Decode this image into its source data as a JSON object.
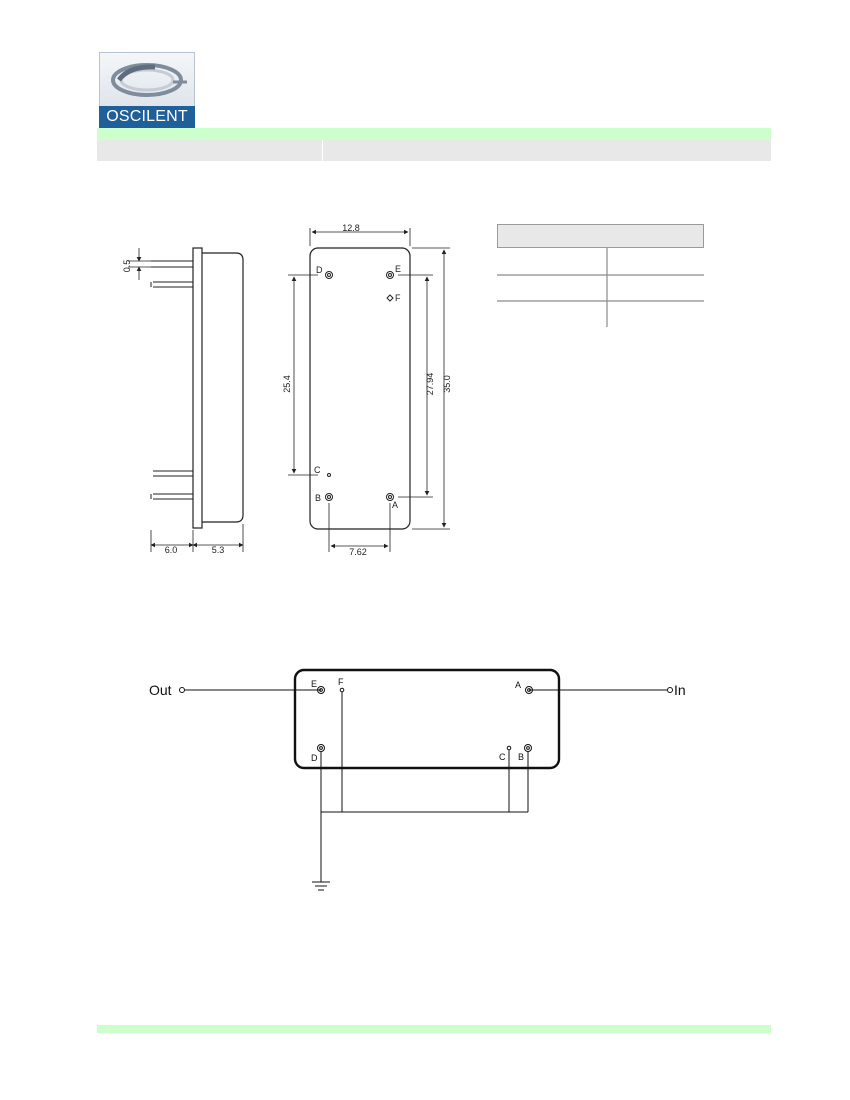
{
  "brand": {
    "logo_text": "OSCILENT",
    "logo_color": "#1f5f9a",
    "band_color": "#ccffcc"
  },
  "dimensions": {
    "top_width": "12.8",
    "pin_thickness": "0.5",
    "pin_spacing_vertical": "25.4",
    "inner_height": "27.94",
    "outer_height": "35.0",
    "pin_spacing_horizontal": "7.62",
    "side_lead": "6.0",
    "side_body": "5.3"
  },
  "pins": {
    "a": "A",
    "b": "B",
    "c": "C",
    "d": "D",
    "e": "E",
    "f": "F"
  },
  "schematic": {
    "output_label": "Out",
    "input_label": "In",
    "pin_a": "A",
    "pin_b": "B",
    "pin_c": "C",
    "pin_d": "D",
    "pin_e": "E",
    "pin_f": "F"
  }
}
